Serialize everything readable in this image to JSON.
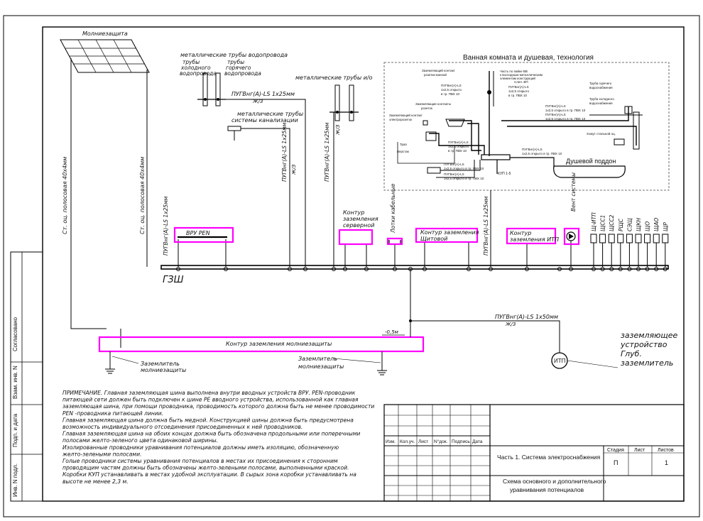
{
  "colors": {
    "highlight": "#ff00ff",
    "ink": "#000000",
    "paper": "#ffffff"
  },
  "roof": {
    "label": "Молниезащита"
  },
  "pipes": {
    "water_title": "металлические трубы водопровода",
    "cold_1": "трубы",
    "cold_2": "холодного",
    "cold_3": "водопровода",
    "hot_1": "трубы",
    "hot_2": "горячего",
    "hot_3": "водопровода",
    "heating": "металлические трубы и/о",
    "sewer_1": "металлические трубы",
    "sewer_2": "системы канализации",
    "cable_main": "ПУГВнг(А)-LS 1х25мм",
    "cable_main_sub": "Ж/З"
  },
  "vertical_cables": {
    "strip_1": "Ст. оц. полосовая 40х4мм",
    "strip_2": "Ст. оц. полосовая 40х4мм",
    "vru_cable": "ПУГВнг(А)-LS 1х25мм",
    "sewer_cable": "ПУГВнг(А)-LS 1х25мм",
    "sewer_cable_sub": "Ж/З",
    "heat_cable": "ПУГВнг(А)-LS 1х25мм",
    "heat_cable_sub": "Ж/З",
    "itp_cable": "ПУГВнг(А)-LS 1х25мм"
  },
  "bathroom": {
    "title": "Ванная комната и душевая, технология",
    "labels": [
      "Заземляющий контакт",
      "розетки ванной",
      "Заземляющие контакты",
      "розеток",
      "Заземляющий контакт",
      "электророзеток",
      "Трап",
      "Верстак",
      "Заземляющий контакт",
      "розетки ванной",
      "Часть по пайке ВВ",
      "к восходным металлическим",
      "элементам конструкций",
      "Слеп. ВП",
      "ПУГВнг(А)-LS",
      "1х2,5 открыто",
      "в тр. ПВХ 10",
      "ПУГВнг(А)-LS",
      "1х2,5 открыто",
      "в тр. ПВХ 10",
      "ПУГВнг(А)-LS",
      "1х2,5 открыто в тр. ПВХ 10",
      "ПУГВнг(А)-LS",
      "1х2,5 открыто в тр. ПВХ 10",
      "ПУГВнг(А)-LS",
      "1х2,5 открыто в тр. ПВХ 10",
      "ПУГВнг(А)-LS",
      "1х2,5 открыто",
      "в тр. ПВХ 10",
      "ПУГВнг(А)-LS",
      "1х2,5 открыто в тр. ПВХ 10",
      "ПУГВнг(А)-LS",
      "1х2,5 открыто в тр. ПВХ 10",
      "Труба горячего",
      "водоснабжения",
      "Труба холодного",
      "водоснабжения",
      "Хомут стальной оц.",
      "КУП 1-5"
    ],
    "tray": "Душевой поддон"
  },
  "bus": {
    "label": "ГЗШ",
    "vru": "ВРУ   PEN",
    "server": [
      "Контур",
      "заземления",
      "серверной"
    ],
    "cable_tray": "Лотки кабельные",
    "panel": [
      "Контур заземления",
      "Щитовой"
    ],
    "itp": [
      "Контур",
      "заземления ИТП"
    ],
    "vent": "Вент системы",
    "panels": [
      "Щ-ИТП",
      "ЩСС1",
      "ЩСС2",
      "РЩС",
      "СЭЩ",
      "ЩКН",
      "ЩО",
      "ЩАО",
      "ЩР"
    ]
  },
  "lower": {
    "cable": "ПУГВнг(А)-LS 1х50мм",
    "cable_sub": "Ж/З",
    "depth": "-0,5м",
    "contour": "Контур заземления молниезащиты",
    "earth_1": [
      "Заземлитель",
      "молниезащиты"
    ],
    "earth_2": [
      "Заземлитель",
      "молниезащиты"
    ],
    "itp_symbol": "ИТП",
    "device": [
      "заземляющее",
      "устройство",
      "Глуб.",
      "заземлитель"
    ]
  },
  "notes": [
    "ПРИМЕЧАНИЕ.   Главная заземляющая шина  выполнена внутри вводных устройств ВРУ. PEN-проводник",
    "питающей сети должен быть подключен к шине PE вводного устройства, использованной как главная",
    "заземляющая шина, при помощи проводника, проводимость которого должна быть не менее проводимости",
    "PEN -проводника питающей линии.",
    "   Главная заземляющая шина должна быть медной. Конструкцией шины должна быть предусмотрена",
    "возможность индивидуального отсоединения присоединенных к ней проводников.",
    "   Главная заземляющая шина на обоих концах должна быть обозначена продольными или поперечными",
    "полосами желто-зеленого цвета одинаковой ширины.",
    "   Изолированные проводники уравнивания потенциалов должны иметь изоляцию, обозначенную",
    "желто-зелеными полосами.",
    "   Голые проводники системы уравнивания потенциалов в местах их присоединения к сторонним",
    "проводящим частям должны быть обозначены желто-зелеными полосами, выполненными краской.",
    "   Коробки КУП устанавливать в местах удобной эксплуатации. В сырых зона коробки устанавливать на",
    "высоте не менее 2,3 м."
  ],
  "side": {
    "agreed": "Согласовано",
    "inv_sub": "Взам. инв. N",
    "sign_date": "Подп. и дата",
    "inv_orig": "Инв. N подл."
  },
  "stamp": {
    "cols": [
      "Изм.",
      "Кол.уч.",
      "Лист",
      "N°док.",
      "Подпись",
      "Дата"
    ],
    "part": "Часть 1. Система электроснабжения",
    "title_1": "Схема основного и дополнительного",
    "title_2": "уравнивания потенциалов",
    "h_stage": "Стадия",
    "h_sheet": "Лист",
    "h_sheets": "Листов",
    "stage": "П",
    "sheet": "",
    "sheets": "1"
  }
}
